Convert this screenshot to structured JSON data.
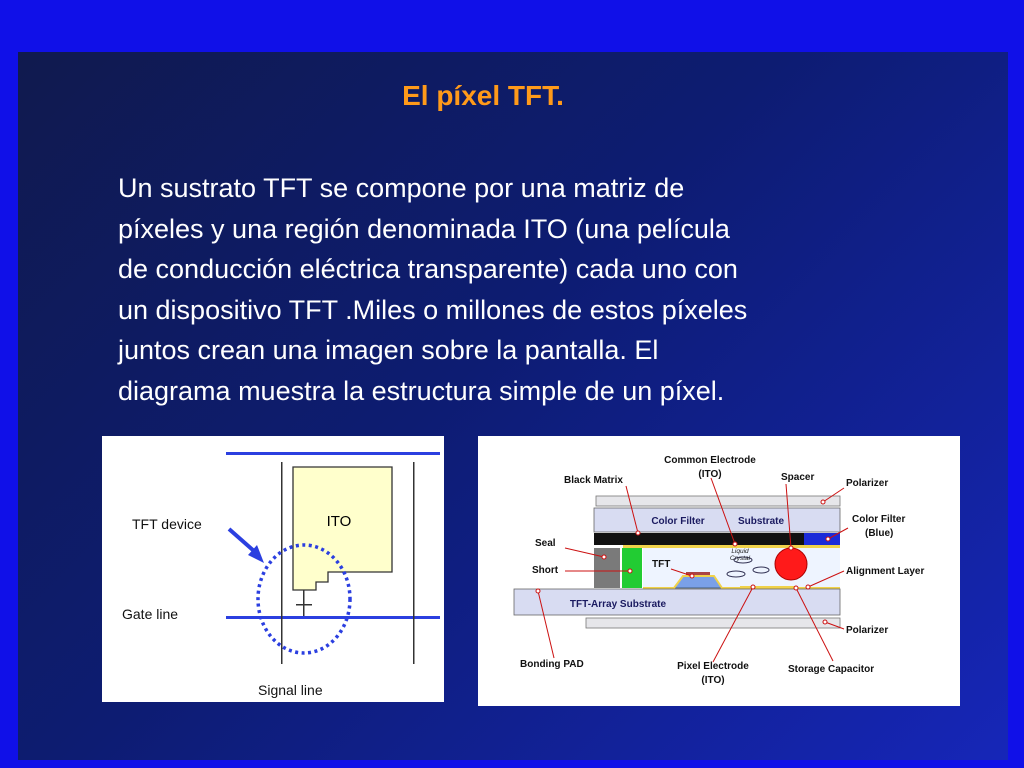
{
  "slide": {
    "title": "El píxel TFT.",
    "paragraph_lines": [
      "Un sustrato TFT se compone por una matriz de",
      "píxeles y una región denominada ITO (una película",
      "de conducción eléctrica transparente) cada uno con",
      "un dispositivo TFT .Miles o millones de estos píxeles",
      "juntos crean una imagen sobre la pantalla. El",
      "diagrama muestra la estructura simple de un píxel."
    ]
  },
  "pixel_diagram": {
    "ito_label": "ITO",
    "tft_device_label": "TFT device",
    "gate_line_label": "Gate line",
    "signal_line_label": "Signal line"
  },
  "cross_section": {
    "common_electrode_1": "Common Electrode",
    "common_electrode_2": "(ITO)",
    "black_matrix": "Black Matrix",
    "spacer": "Spacer",
    "polarizer_top": "Polarizer",
    "color_filter_layer": "Color Filter",
    "substrate_top": "Substrate",
    "color_filter_blue_1": "Color Filter",
    "color_filter_blue_2": "(Blue)",
    "seal": "Seal",
    "tft": "TFT",
    "liquid_crystal_1": "Liquid",
    "liquid_crystal_2": "Crystal",
    "short": "Short",
    "alignment_layer": "Alignment Layer",
    "tft_array_substrate": "TFT-Array Substrate",
    "polarizer_bottom": "Polarizer",
    "bonding_pad": "Bonding PAD",
    "pixel_electrode_1": "Pixel Electrode",
    "pixel_electrode_2": "(ITO)",
    "storage_capacitor": "Storage Capacitor"
  }
}
